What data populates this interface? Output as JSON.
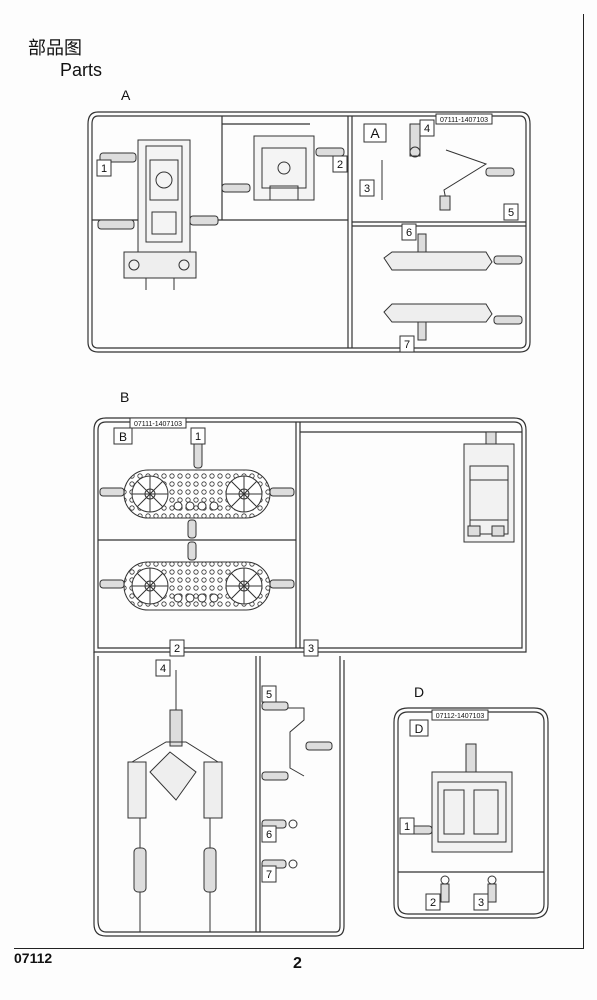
{
  "header": {
    "title_cn": "部品图",
    "title_en": "Parts"
  },
  "sprues": {
    "A": {
      "letter": "A",
      "code": "07111-1407103",
      "parts": [
        "1",
        "2",
        "3",
        "4",
        "5",
        "6",
        "7"
      ]
    },
    "B": {
      "letter": "B",
      "code": "07111-1407103",
      "parts": [
        "1",
        "2",
        "3",
        "4",
        "5",
        "6",
        "7"
      ]
    },
    "D": {
      "letter": "D",
      "code": "07112-1407103",
      "parts": [
        "1",
        "2",
        "3"
      ]
    }
  },
  "footer": {
    "product_code": "07112",
    "page_number": "2"
  }
}
